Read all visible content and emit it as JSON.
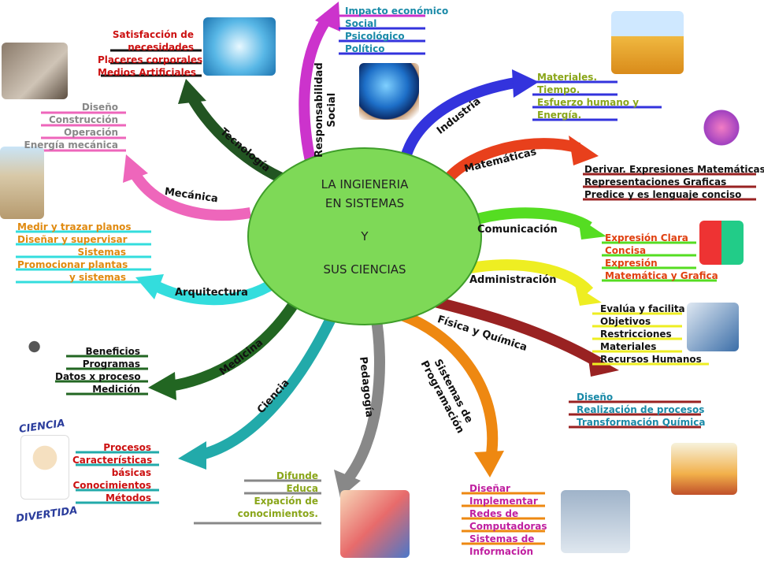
{
  "center": {
    "line1": "LA INGIENERIA",
    "line2": "EN SISTEMAS",
    "line3": "Y",
    "line4": "SUS  CIENCIAS"
  },
  "branches": {
    "responsabilidad": {
      "label1": "Responsabilidad",
      "label2": "Social"
    },
    "industria": "Industria",
    "matematicas": "Matemáticas",
    "comunicacion": "Comunicación",
    "administracion": "Administración",
    "fisica": "Física y Química",
    "sistemas": {
      "label1": "Sistemas de",
      "label2": "Programación"
    },
    "pedagogia": "Pedagogía",
    "ciencia": "Ciencia",
    "medicina": "Medicina",
    "arquitectura": "Arquitectura",
    "mecanica": "Mecánica",
    "tecnologia": "Tecnología"
  },
  "groups": {
    "responsabilidad": [
      "Impacto económico",
      "Social",
      "Psicológico",
      "Político"
    ],
    "industria": [
      "Materiales.",
      "Tiempo.",
      "Esfuerzo humano y",
      "Energía."
    ],
    "matematicas": [
      "Derivar. Expresiones Matemáticas",
      "Representaciones Graficas",
      "Predice y es lenguaje conciso"
    ],
    "comunicacion": [
      "Expresión Clara",
      "Concisa",
      "Expresión",
      "Matemática y Grafica"
    ],
    "administracion": [
      "Evalúa y facilita",
      "Objetivos",
      "Restricciones",
      "Materiales",
      "Recursos Humanos"
    ],
    "fisica": [
      "Diseño",
      "Realización de procesos",
      "Transformación Química"
    ],
    "sistemas": [
      "Diseñar",
      "Implementar",
      "Redes de",
      "Computadoras",
      "Sistemas de",
      "Información"
    ],
    "pedagogia": [
      "Difunde",
      "Educa",
      "Expación de",
      "conocimientos."
    ],
    "ciencia": [
      "Procesos",
      "Características",
      "básicas",
      "Conocimientos",
      "Métodos"
    ],
    "medicina": [
      "Beneficios",
      "Programas",
      "Datos x proceso",
      "Medición"
    ],
    "arquitectura": [
      "Medir y trazar planos",
      "Diseñar y supervisar",
      "Sistemas",
      "Promocionar plantas",
      "y sistemas"
    ],
    "mecanica": [
      "Diseño",
      "Construcción",
      "Operación",
      "Energía mecánica"
    ],
    "tecnologia": [
      "Satisfacción de",
      "necesidades",
      "Placeres corporales",
      "Medios Artificiales"
    ]
  },
  "ciencia_divertida": {
    "line1": "CIENCIA",
    "line2": "DIVERTIDA"
  },
  "colors": {
    "center_fill": "#7ed957",
    "responsabilidad": "#cc33cc",
    "industria": "#3333dd",
    "matematicas": "#e8401c",
    "comunicacion": "#55dd22",
    "administracion": "#eeee22",
    "fisica": "#992222",
    "sistemas": "#ee8811",
    "pedagogia": "#888888",
    "ciencia": "#22aaaa",
    "medicina": "#226622",
    "arquitectura": "#33dddd",
    "mecanica": "#ee66bb",
    "tecnologia": "#225522"
  }
}
